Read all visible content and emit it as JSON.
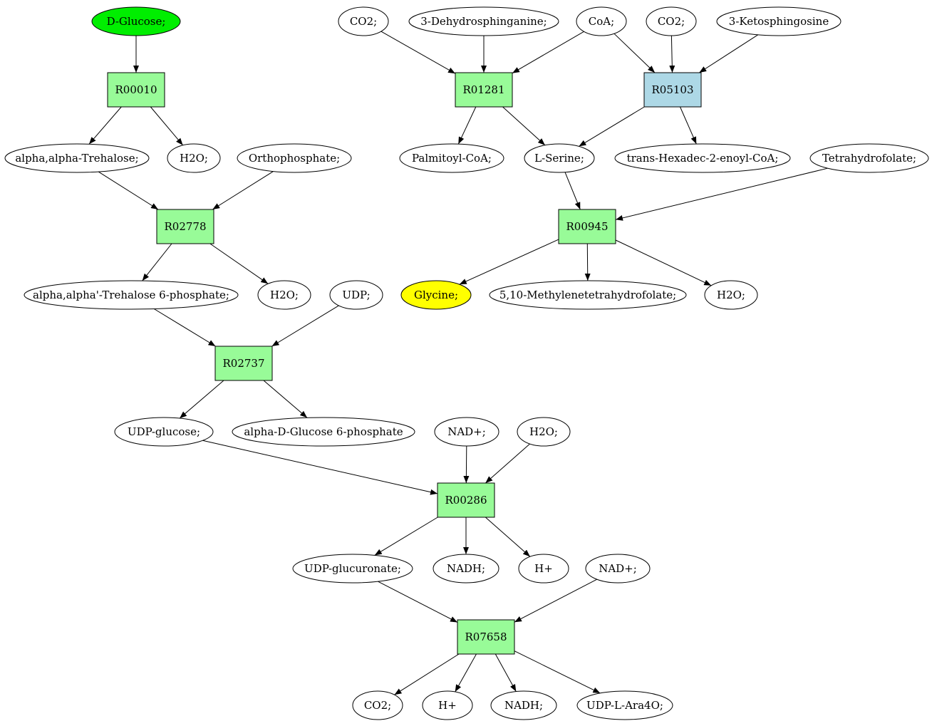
{
  "colors": {
    "compound_default": "#ffffff",
    "reaction_default": "#98fb98",
    "source_compound": "#00ee00",
    "target_compound": "#ffff00",
    "reaction_highlight": "#add8e6",
    "stroke": "#000000"
  },
  "compounds": [
    {
      "id": "c_glucose",
      "label": "D-Glucose;",
      "fill": "#00ee00"
    },
    {
      "id": "c_trehalose",
      "label": "alpha,alpha-Trehalose;"
    },
    {
      "id": "c_h2o_1",
      "label": "H2O;"
    },
    {
      "id": "c_orthophosphate",
      "label": "Orthophosphate;"
    },
    {
      "id": "c_trehalose6p",
      "label": "alpha,alpha'-Trehalose 6-phosphate;"
    },
    {
      "id": "c_h2o_2",
      "label": "H2O;"
    },
    {
      "id": "c_udp",
      "label": "UDP;"
    },
    {
      "id": "c_udpglucose",
      "label": "UDP-glucose;"
    },
    {
      "id": "c_glucose6p",
      "label": "alpha-D-Glucose 6-phosphate"
    },
    {
      "id": "c_nad_1",
      "label": "NAD+;"
    },
    {
      "id": "c_h2o_3",
      "label": "H2O;"
    },
    {
      "id": "c_udpglucuronate",
      "label": "UDP-glucuronate;"
    },
    {
      "id": "c_nadh_1",
      "label": "NADH;"
    },
    {
      "id": "c_hplus_1",
      "label": "H+"
    },
    {
      "id": "c_nad_2",
      "label": "NAD+;"
    },
    {
      "id": "c_co2_3",
      "label": "CO2;"
    },
    {
      "id": "c_hplus_2",
      "label": "H+"
    },
    {
      "id": "c_nadh_2",
      "label": "NADH;"
    },
    {
      "id": "c_udparab",
      "label": "UDP-L-Ara4O;"
    },
    {
      "id": "c_co2_1",
      "label": "CO2;"
    },
    {
      "id": "c_dehydrosph",
      "label": "3-Dehydrosphinganine;"
    },
    {
      "id": "c_coa",
      "label": "CoA;"
    },
    {
      "id": "c_co2_2",
      "label": "CO2;"
    },
    {
      "id": "c_ketosph",
      "label": "3-Ketosphingosine"
    },
    {
      "id": "c_palmitoylcoa",
      "label": "Palmitoyl-CoA;"
    },
    {
      "id": "c_serine",
      "label": "L-Serine;"
    },
    {
      "id": "c_hexadecenoyl",
      "label": "trans-Hexadec-2-enoyl-CoA;"
    },
    {
      "id": "c_thf",
      "label": "Tetrahydrofolate;"
    },
    {
      "id": "c_glycine",
      "label": "Glycine;",
      "fill": "#ffff00"
    },
    {
      "id": "c_methylenethf",
      "label": "5,10-Methylenetetrahydrofolate;"
    },
    {
      "id": "c_h2o_4",
      "label": "H2O;"
    }
  ],
  "reactions": [
    {
      "id": "r_R00010",
      "label": "R00010"
    },
    {
      "id": "r_R02778",
      "label": "R02778"
    },
    {
      "id": "r_R02737",
      "label": "R02737"
    },
    {
      "id": "r_R00286",
      "label": "R00286"
    },
    {
      "id": "r_R07658",
      "label": "R07658"
    },
    {
      "id": "r_R01281",
      "label": "R01281"
    },
    {
      "id": "r_R05103",
      "label": "R05103",
      "fill": "#add8e6"
    },
    {
      "id": "r_R00945",
      "label": "R00945"
    }
  ],
  "edges": [
    [
      "c_glucose",
      "r_R00010"
    ],
    [
      "r_R00010",
      "c_trehalose"
    ],
    [
      "r_R00010",
      "c_h2o_1"
    ],
    [
      "c_trehalose",
      "r_R02778"
    ],
    [
      "c_orthophosphate",
      "r_R02778"
    ],
    [
      "r_R02778",
      "c_trehalose6p"
    ],
    [
      "r_R02778",
      "c_h2o_2"
    ],
    [
      "c_trehalose6p",
      "r_R02737"
    ],
    [
      "c_udp",
      "r_R02737"
    ],
    [
      "r_R02737",
      "c_udpglucose"
    ],
    [
      "r_R02737",
      "c_glucose6p"
    ],
    [
      "c_udpglucose",
      "r_R00286"
    ],
    [
      "c_nad_1",
      "r_R00286"
    ],
    [
      "c_h2o_3",
      "r_R00286"
    ],
    [
      "r_R00286",
      "c_udpglucuronate"
    ],
    [
      "r_R00286",
      "c_nadh_1"
    ],
    [
      "r_R00286",
      "c_hplus_1"
    ],
    [
      "c_udpglucuronate",
      "r_R07658"
    ],
    [
      "c_nad_2",
      "r_R07658"
    ],
    [
      "r_R07658",
      "c_co2_3"
    ],
    [
      "r_R07658",
      "c_hplus_2"
    ],
    [
      "r_R07658",
      "c_nadh_2"
    ],
    [
      "r_R07658",
      "c_udparab"
    ],
    [
      "c_co2_1",
      "r_R01281"
    ],
    [
      "c_dehydrosph",
      "r_R01281"
    ],
    [
      "c_coa",
      "r_R01281"
    ],
    [
      "c_coa",
      "r_R05103"
    ],
    [
      "c_co2_2",
      "r_R05103"
    ],
    [
      "c_ketosph",
      "r_R05103"
    ],
    [
      "r_R01281",
      "c_palmitoylcoa"
    ],
    [
      "r_R01281",
      "c_serine"
    ],
    [
      "r_R05103",
      "c_serine"
    ],
    [
      "r_R05103",
      "c_hexadecenoyl"
    ],
    [
      "c_serine",
      "r_R00945"
    ],
    [
      "c_thf",
      "r_R00945"
    ],
    [
      "r_R00945",
      "c_glycine"
    ],
    [
      "r_R00945",
      "c_methylenethf"
    ],
    [
      "r_R00945",
      "c_h2o_4"
    ]
  ]
}
